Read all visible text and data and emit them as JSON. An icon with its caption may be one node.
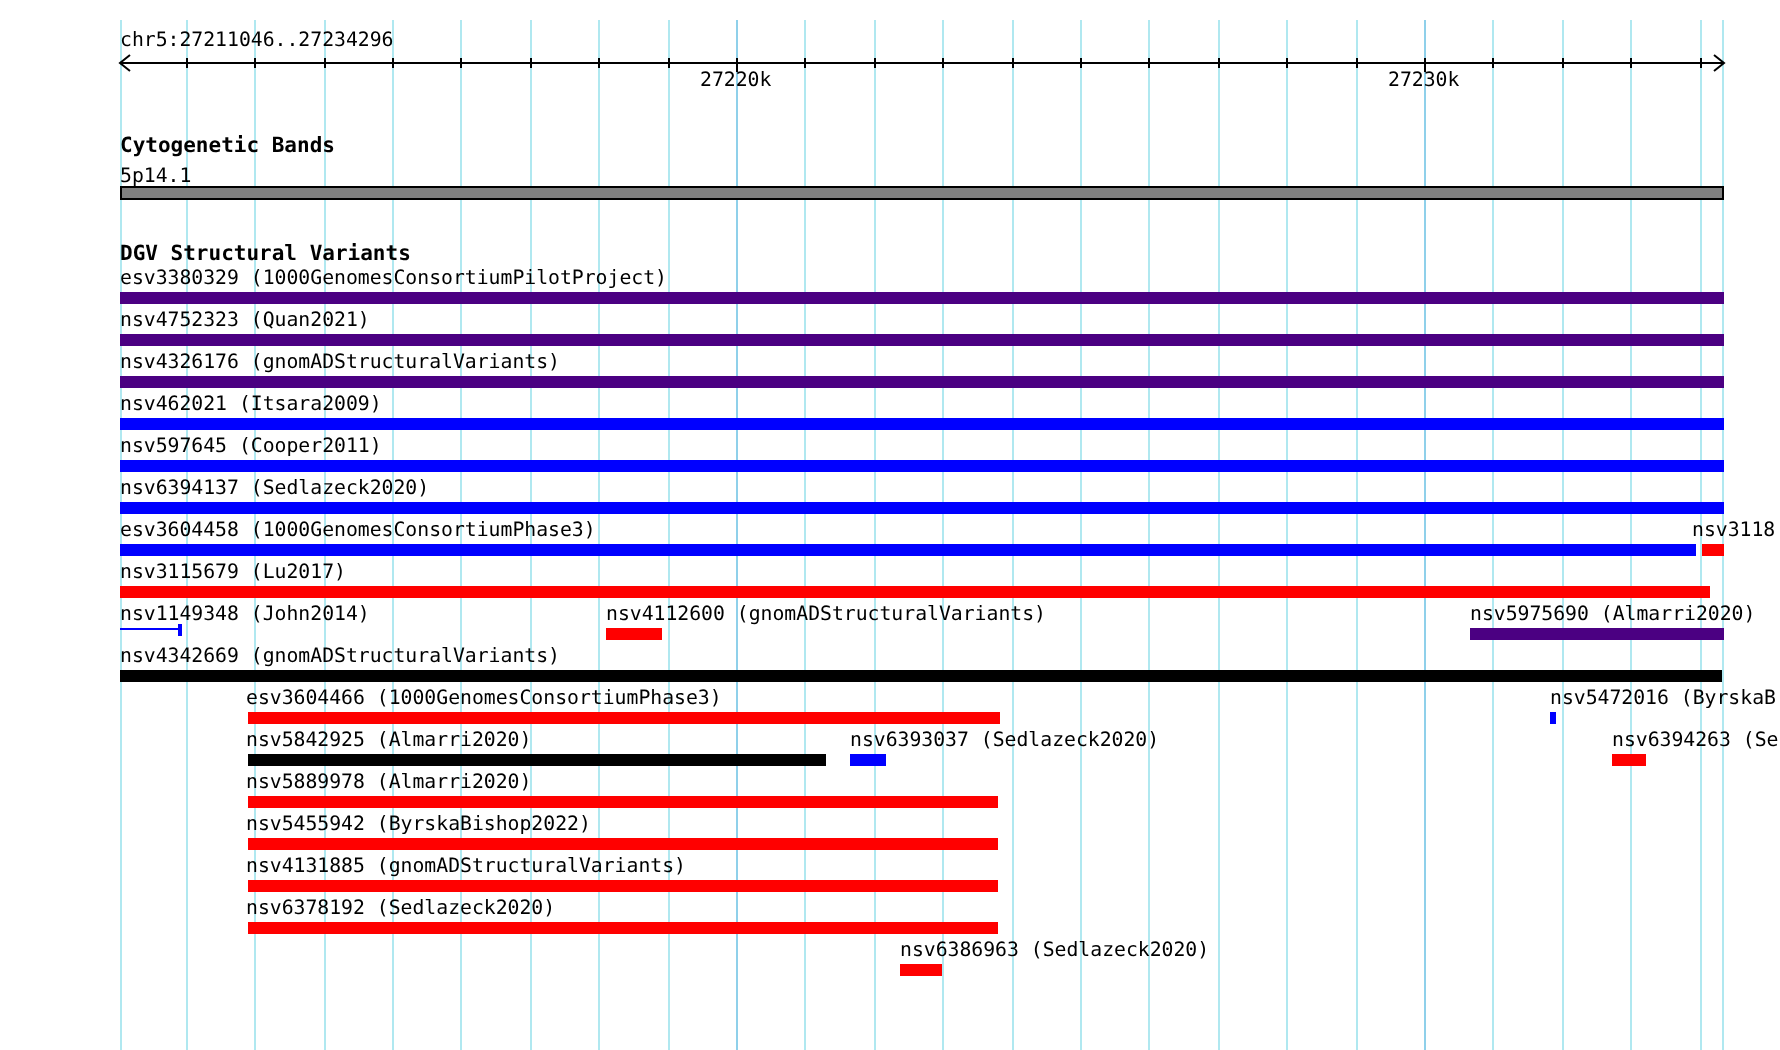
{
  "diagram": {
    "nodes": [
      {
        "text": [
          "5p14.1"
        ]
      },
      {
        "text": [
          "esv3380329 (1000GenomesConsortiumPilotProject)"
        ]
      },
      {
        "text": [
          "nsv4752323 (Quan2021)"
        ]
      },
      {
        "text": [
          "nsv4326176 (gnomADStructuralVariants)"
        ]
      },
      {
        "text": [
          "nsv462021 (Itsara2009)"
        ]
      },
      {
        "text": [
          "nsv597645 (Cooper2011)"
        ]
      },
      {
        "text": [
          "nsv6394137 (Sedlazeck2020)"
        ]
      },
      {
        "text": [
          "esv3604458 (1000GenomesConsortiumPhase3)"
        ]
      },
      {
        "text": [
          "nsv3118"
        ]
      },
      {
        "text": [
          "nsv3115679 (Lu2017)"
        ]
      },
      {
        "text": [
          "nsv1149348 (John2014)"
        ]
      },
      {
        "text": [
          "nsv4112600 (gnomADStructuralVariants)"
        ]
      },
      {
        "text": [
          "nsv5975690 (Almarri2020)"
        ]
      },
      {
        "text": [
          "nsv4342669 (gnomADStructuralVariants)"
        ]
      },
      {
        "text": [
          "esv3604466 (1000GenomesConsortiumPhase3)"
        ]
      },
      {
        "text": [
          "nsv5472016 (ByrskaB"
        ]
      },
      {
        "text": [
          "nsv5842925 (Almarri2020)"
        ]
      },
      {
        "text": [
          "nsv6393037 (Sedlazeck2020)"
        ]
      },
      {
        "text": [
          "nsv6394263 (Se"
        ]
      },
      {
        "text": [
          "nsv5889978 (Almarri2020)"
        ]
      },
      {
        "text": [
          "nsv5455942 (ByrskaBishop2022)"
        ]
      },
      {
        "text": [
          "nsv4131885 (gnomADStructuralVariants)"
        ]
      },
      {
        "text": [
          "nsv6378192 (Sedlazeck2020)"
        ]
      },
      {
        "text": [
          "nsv6386963 (Sedlazeck2020)"
        ]
      }
    ],
    "labels": [
      "chr5:27211046..27234296",
      "27220k",
      "27230k",
      "Cytogenetic Bands",
      "DGV Structural Variants"
    ]
  }
}
